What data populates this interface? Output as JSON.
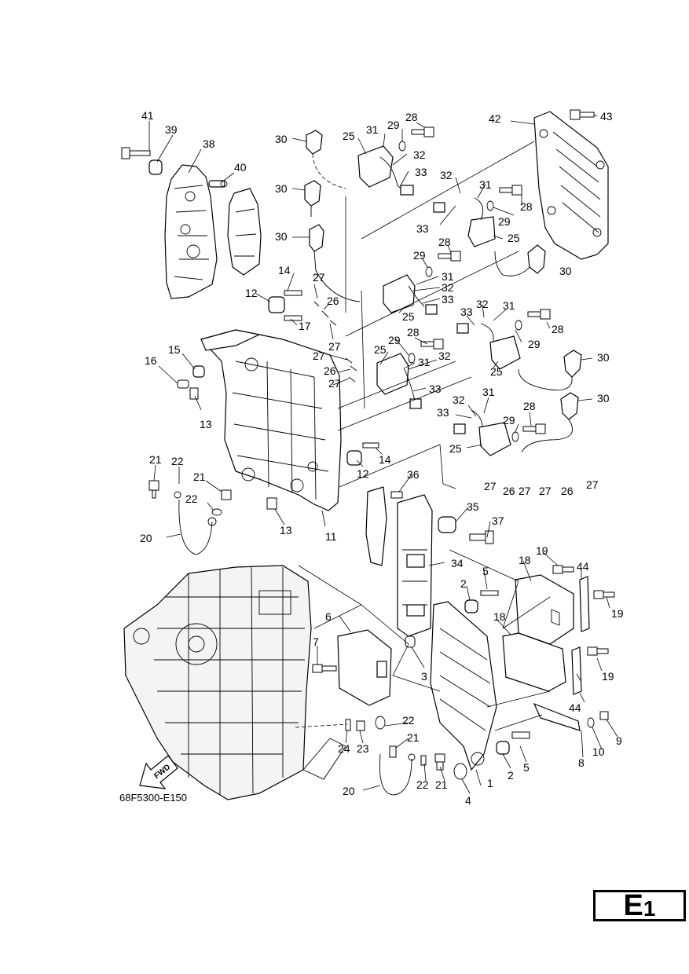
{
  "diagram_code": "68F5300-E150",
  "fwd_label": "FWD",
  "page_label": {
    "letter": "E",
    "number": "1"
  },
  "callouts": {
    "c41": "41",
    "c39": "39",
    "c38": "38",
    "c40": "40",
    "c30a": "30",
    "c30b": "30",
    "c30c": "30",
    "c30d": "30",
    "c30e": "30",
    "c30f": "30",
    "c25a": "25",
    "c25b": "25",
    "c25c": "25",
    "c25d": "25",
    "c25e": "25",
    "c25f": "25",
    "c31a": "31",
    "c31b": "31",
    "c31c": "31",
    "c31d": "31",
    "c31e": "31",
    "c31f": "31",
    "c32a": "32",
    "c32b": "32",
    "c32c": "32",
    "c32d": "32",
    "c32e": "32",
    "c32f": "32",
    "c33a": "33",
    "c33b": "33",
    "c33c": "33",
    "c33d": "33",
    "c33e": "33",
    "c33f": "33",
    "c28a": "28",
    "c28b": "28",
    "c28c": "28",
    "c28d": "28",
    "c28e": "28",
    "c28f": "28",
    "c29a": "29",
    "c29b": "29",
    "c29c": "29",
    "c29d": "29",
    "c29e": "29",
    "c29f": "29",
    "c42": "42",
    "c43": "43",
    "c14a": "14",
    "c14b": "14",
    "c12a": "12",
    "c12b": "12",
    "c27a": "27",
    "c27b": "27",
    "c27c": "27",
    "c27d": "27",
    "c27e": "27",
    "c27f": "27",
    "c27g": "27",
    "c26a": "26",
    "c26b": "26",
    "c26c": "26",
    "c26d": "26",
    "c17": "17",
    "c15": "15",
    "c16": "16",
    "c13a": "13",
    "c13b": "13",
    "c11": "11",
    "c21a": "21",
    "c21b": "21",
    "c21c": "21",
    "c21d": "21",
    "c22a": "22",
    "c22b": "22",
    "c22c": "22",
    "c22d": "22",
    "c20a": "20",
    "c20b": "20",
    "c36": "36",
    "c35": "35",
    "c37": "37",
    "c34": "34",
    "c19a": "19",
    "c19b": "19",
    "c19c": "19",
    "c18a": "18",
    "c18b": "18",
    "c44a": "44",
    "c44b": "44",
    "c2a": "2",
    "c2b": "2",
    "c5a": "5",
    "c5b": "5",
    "c6": "6",
    "c7": "7",
    "c3": "3",
    "c1": "1",
    "c4": "4",
    "c8": "8",
    "c9": "9",
    "c10": "10",
    "c23": "23",
    "c24": "24"
  },
  "colors": {
    "ink": "#000000",
    "paper": "#ffffff"
  }
}
